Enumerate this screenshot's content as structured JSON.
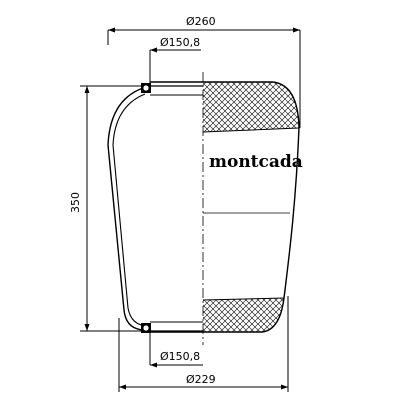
{
  "dimensions": {
    "top_outer": "Ø260",
    "top_inner": "Ø150,8",
    "height": "350",
    "bottom_inner": "Ø150,8",
    "bottom_outer": "Ø229"
  },
  "brand": "montcada",
  "colors": {
    "line": "#000000",
    "background": "#ffffff"
  }
}
